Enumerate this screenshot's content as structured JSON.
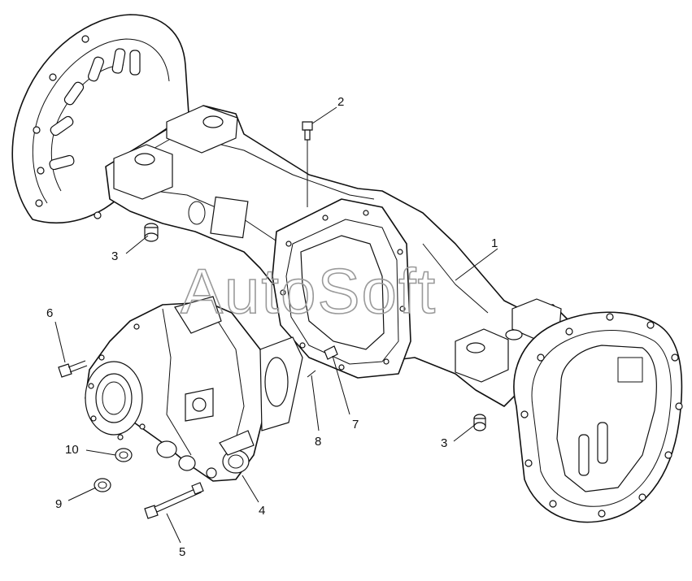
{
  "watermark": "AutoSoft",
  "callouts": [
    {
      "id": "1",
      "label": "1"
    },
    {
      "id": "2",
      "label": "2"
    },
    {
      "id": "3a",
      "label": "3"
    },
    {
      "id": "3b",
      "label": "3"
    },
    {
      "id": "4",
      "label": "4"
    },
    {
      "id": "5",
      "label": "5"
    },
    {
      "id": "6",
      "label": "6"
    },
    {
      "id": "7",
      "label": "7"
    },
    {
      "id": "8",
      "label": "8"
    },
    {
      "id": "9",
      "label": "9"
    },
    {
      "id": "10",
      "label": "10"
    }
  ]
}
